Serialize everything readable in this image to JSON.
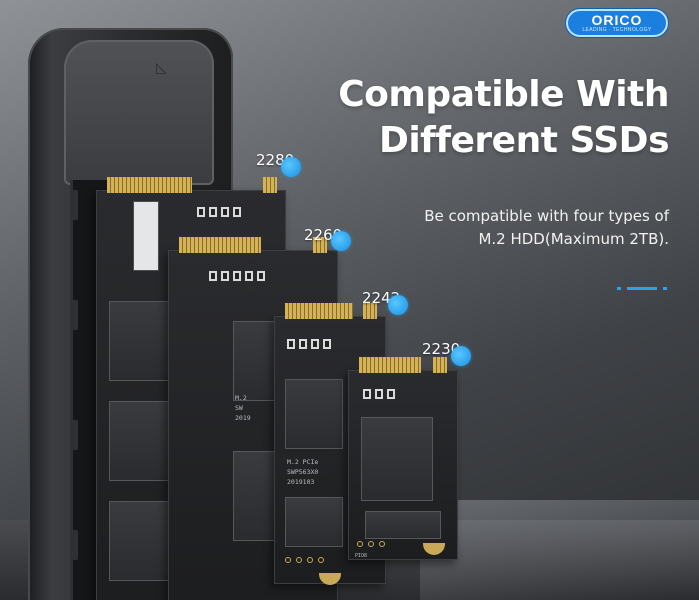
{
  "brand": {
    "logo_word": "ORICO",
    "logo_tagline": "LEADING · TECHNOLOGY",
    "accent_color": "#1b7fe0"
  },
  "headline": {
    "line1": "Compatible With",
    "line2": "Different SSDs"
  },
  "subline": {
    "line1": "Be compatible with four types of",
    "line2": "M.2 HDD(Maximum 2TB)."
  },
  "ssd_sizes": [
    {
      "label": "2280"
    },
    {
      "label": "2260"
    },
    {
      "label": "2242"
    },
    {
      "label": "2230"
    }
  ],
  "board_markings": {
    "b2_line1": "M.2",
    "b2_line2": "SW",
    "b2_line3": "2019",
    "b3_line1": "M.2  PCIe",
    "b3_line2": "SWP563X0",
    "b3_line3": "2019103",
    "slot_label": "PIO8"
  },
  "colors": {
    "label_dot": "#1a90e6",
    "gold_contacts": "#d4b25a",
    "pcb": "#1f2022"
  }
}
